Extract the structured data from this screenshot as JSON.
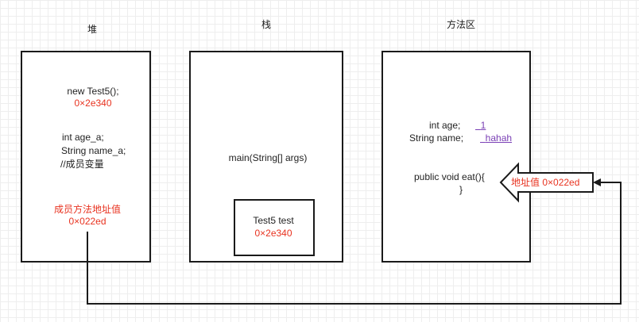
{
  "headings": {
    "heap": "堆",
    "stack": "栈",
    "method_area": "方法区"
  },
  "heap": {
    "new_expr": "new Test5();",
    "new_addr": "0×2e340",
    "field1": "int age_a;",
    "field2": "String name_a;",
    "comment": "//成员变量",
    "method_label": "成员方法地址值",
    "method_addr": "0×022ed"
  },
  "stack": {
    "main": "main(String[] args)",
    "var_decl": "Test5 test",
    "var_addr": "0×2e340"
  },
  "method_area": {
    "age_label": "int age;",
    "age_value": "1",
    "name_label": "String name;",
    "name_value": "hahah",
    "method_sig": "public void eat(){",
    "method_close": "}",
    "arrow_label": "地址值 0×022ed"
  },
  "colors": {
    "red": "#e8321f",
    "link": "#7a3fb5",
    "border": "#1a1a1a"
  }
}
